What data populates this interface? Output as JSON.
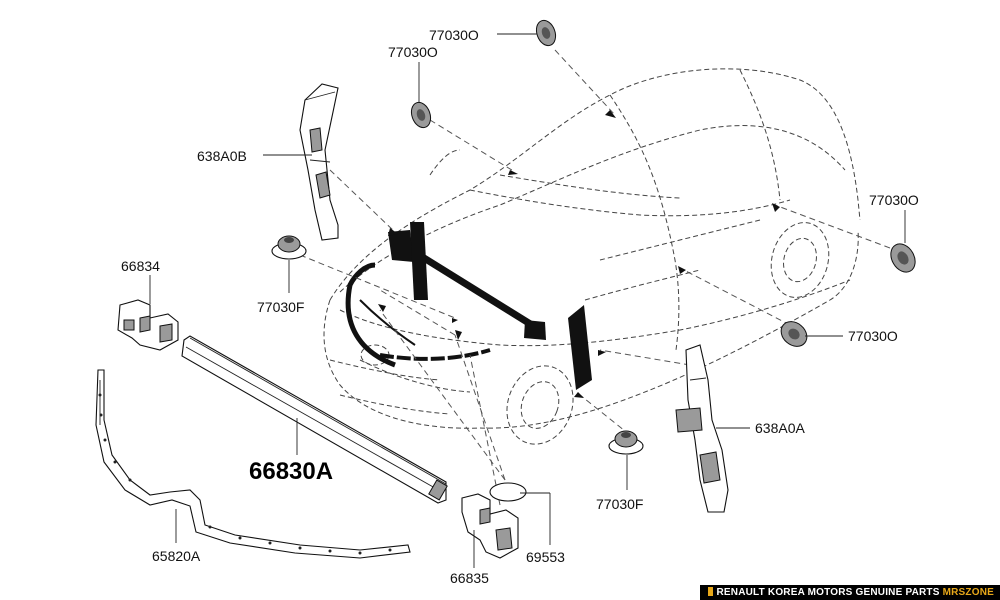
{
  "labels": {
    "roof_front_grommet": "77030O",
    "roof_rear_grommet": "77030O",
    "upper_seal_left": "638A0B",
    "side_grommet_upper": "77030O",
    "bracket_left": "66834",
    "front_grommet": "77030F",
    "side_grommet_lower": "77030O",
    "upper_seal_right": "638A0A",
    "cowl_seal": "66830A",
    "lower_grommet": "77030F",
    "lower_seal": "65820A",
    "plug": "69553",
    "bracket_right": "66835"
  },
  "footer": {
    "text": "RENAULT KOREA MOTORS GENUINE PARTS",
    "brand": "MRSZONE"
  },
  "colors": {
    "line": "#111111",
    "part_fill": "#9a9a9a",
    "footer_bg": "#000000",
    "footer_brand": "#e8a81a"
  }
}
